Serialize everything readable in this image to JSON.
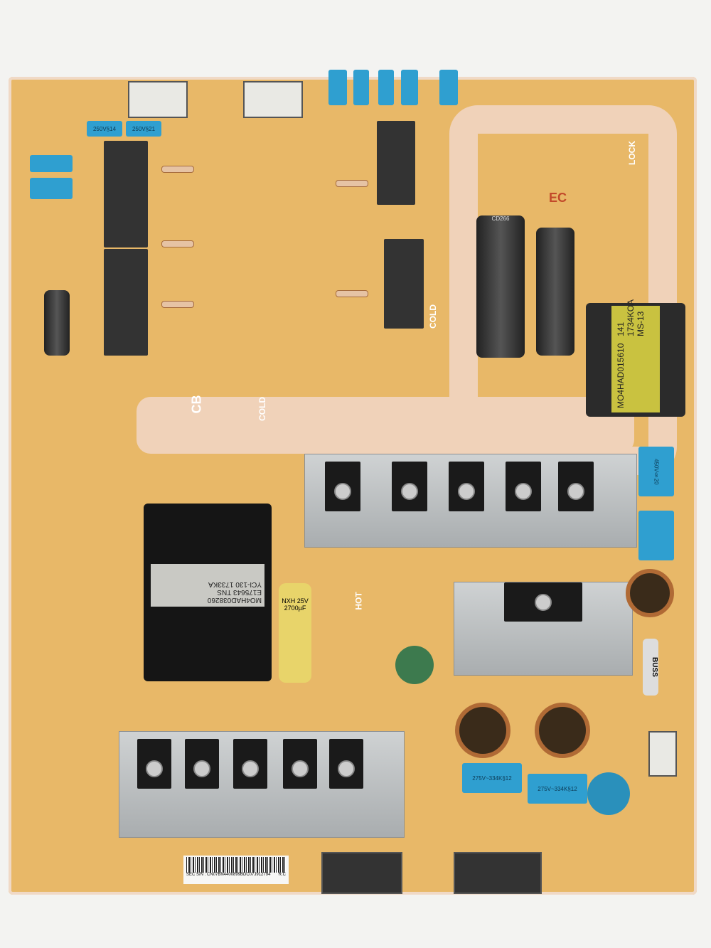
{
  "board": {
    "serial_label": "SEC S/N : CN07BN4400899BDC07J912794",
    "serial_suffix": "R.C",
    "pfc_transformer": {
      "line1": "MO4HAD015610",
      "line2": "141 1734KOA MS-13"
    },
    "main_transformer": {
      "line1": "MO4HAD038260",
      "line2": "E175643 TNS",
      "line3": "YCI-130 1733KA"
    },
    "x_caps": [
      "275V~334K§12",
      "275V~334K§12"
    ],
    "fuse": "BUSS",
    "zones": {
      "cold": "COLD",
      "hot": "HOT",
      "cb": "CB",
      "lock": "LOCK",
      "ec": "EC"
    },
    "bulk_caps": "CD266",
    "yellow_cap": "NXH 25V 2700µF",
    "film_caps": [
      "250V§14",
      "250V§21",
      "450V§20"
    ]
  }
}
